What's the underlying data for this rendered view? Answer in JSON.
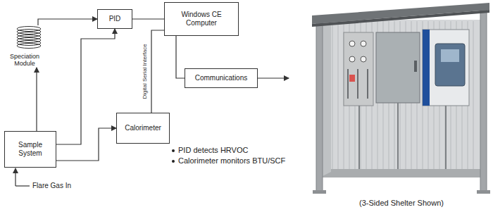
{
  "diagram": {
    "caption": "(3-Sided Shelter Shown)",
    "nodes": [
      {
        "text": [
          "PID"
        ]
      },
      {
        "text": [
          "Windows CE Computer"
        ]
      },
      {
        "text": [
          "Speciation Module"
        ]
      },
      {
        "text": [
          "Communications"
        ]
      },
      {
        "text": [
          "Calorimeter"
        ]
      },
      {
        "text": [
          "Sample System"
        ]
      }
    ],
    "edges": [
      {
        "from": 5,
        "to": 2,
        "arrow": "to"
      },
      {
        "from": 2,
        "to": 0,
        "arrow": "to"
      },
      {
        "from": 5,
        "to": 0,
        "arrow": "to"
      },
      {
        "from": 5,
        "to": 4,
        "arrow": "to"
      },
      {
        "from": 0,
        "to": 1,
        "arrow": "none"
      },
      {
        "from": 4,
        "to": 1,
        "label": "Digital Serial Interface",
        "arrow": "none"
      },
      {
        "from": 1,
        "to": 3,
        "arrow": "none"
      }
    ],
    "labels": [
      "Flare Gas In",
      "PID detects HRVOC",
      "Calorimeter monitors BTU/SCF"
    ]
  }
}
